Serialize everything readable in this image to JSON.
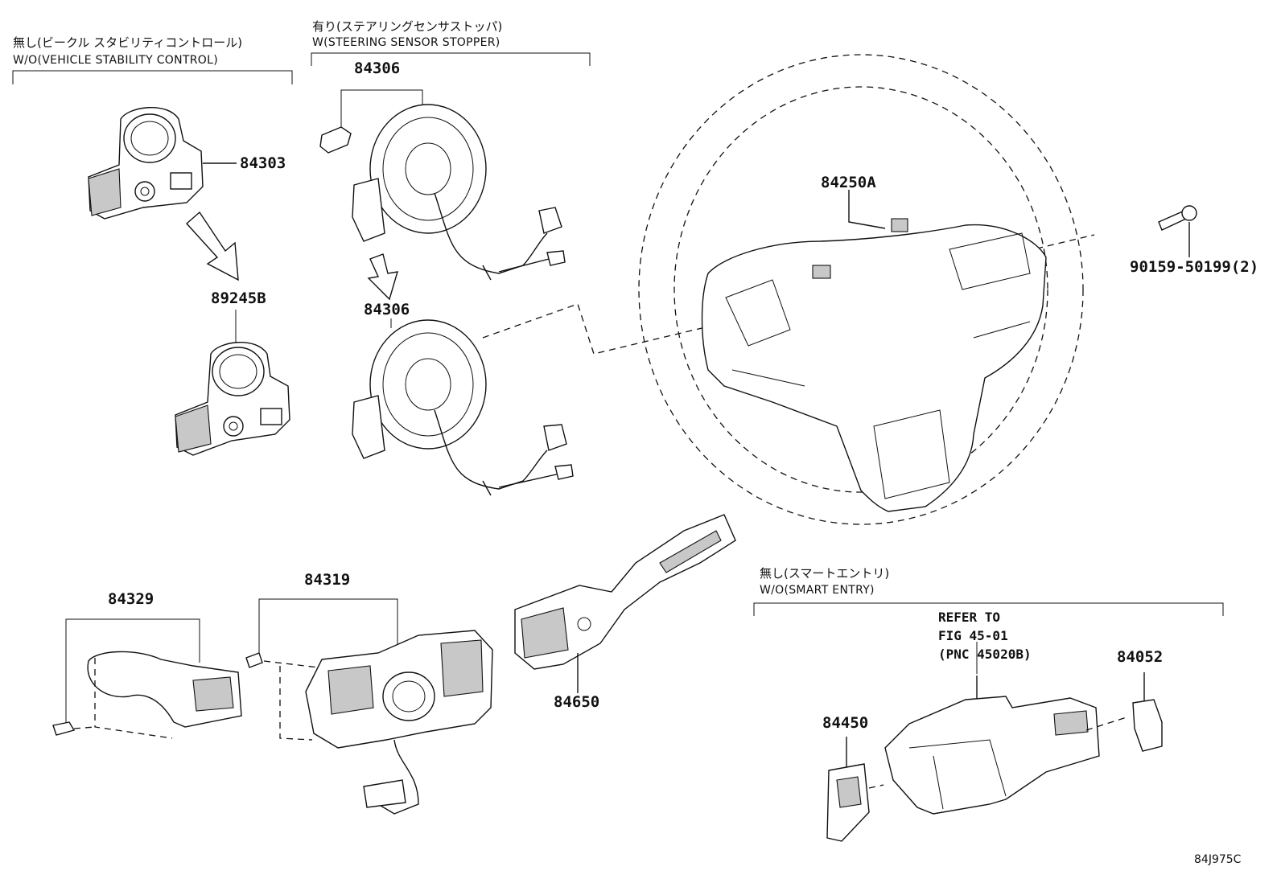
{
  "sections": {
    "wo_vsc": {
      "jp": "無し(ビークル スタビリティコントロール)",
      "en": "W/O(VEHICLE STABILITY CONTROL)"
    },
    "w_sensor": {
      "jp": "有り(ステアリングセンサストッパ)",
      "en": "W(STEERING SENSOR STOPPER)"
    },
    "wo_smart": {
      "jp": "無し(スマートエントリ)",
      "en": "W/O(SMART ENTRY)"
    }
  },
  "parts": {
    "p84303": "84303",
    "p89245B": "89245B",
    "p84306a": "84306",
    "p84306b": "84306",
    "p84250A": "84250A",
    "p90159": "90159-50199(2)",
    "p84329": "84329",
    "p84319": "84319",
    "p84650": "84650",
    "p84052": "84052",
    "p84450": "84450"
  },
  "reference": {
    "text": "REFER TO\nFIG 45-01\n(PNC 45020B)"
  },
  "figure_code": "84J975C"
}
